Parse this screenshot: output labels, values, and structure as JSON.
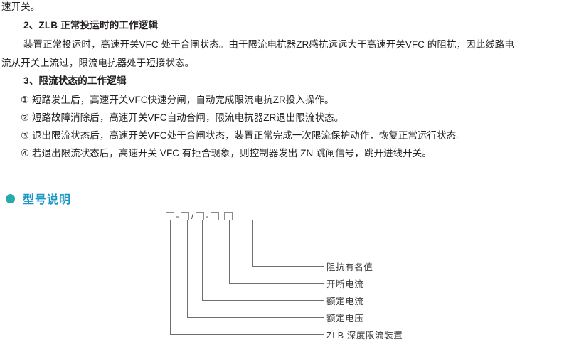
{
  "page": {
    "lead_line": "速开关。"
  },
  "sections": [
    {
      "heading": "2、ZLB 正常投运时的工作逻辑",
      "paragraph_lines": [
        "装置正常投运时，高速开关VFC  处于合闸状态。由于限流电抗器ZR感抗远远大于高速开关VFC  的阻抗，因此线路电",
        "流从开关上流过，限流电抗器处于短接状态。"
      ]
    },
    {
      "heading": "3、限流状态的工作逻辑",
      "items": [
        "① 短路发生后，高速开关VFC快速分闸，自动完成限流电抗ZR投入操作。",
        "② 短路故障消除后，高速开关VFC自动合闸，限流电抗器ZR退出限流状态。",
        "③ 退出限流状态后，高速开关VFC处于合闸状态，装置正常完成一次限流保护动作，恢复正常运行状态。",
        "④ 若退出限流状态后，高速开关 VFC 有拒合现象，则控制器发出 ZN 跳闸信号，跳开进线开关。"
      ]
    }
  ],
  "model_section": {
    "title": "型号说明",
    "bullet_color": "#28a9ab",
    "title_color": "#1a96c4",
    "code_pattern": [
      "□",
      "-",
      "□",
      "/",
      "□",
      "-",
      "□",
      " ",
      "□"
    ],
    "separators": {
      "dash1": "-",
      "slash": "/",
      "dash2": "-"
    },
    "legend": [
      "阻抗有名值",
      "开断电流",
      "额定电流",
      "额定电压",
      "ZLB 深度限流装置"
    ]
  }
}
